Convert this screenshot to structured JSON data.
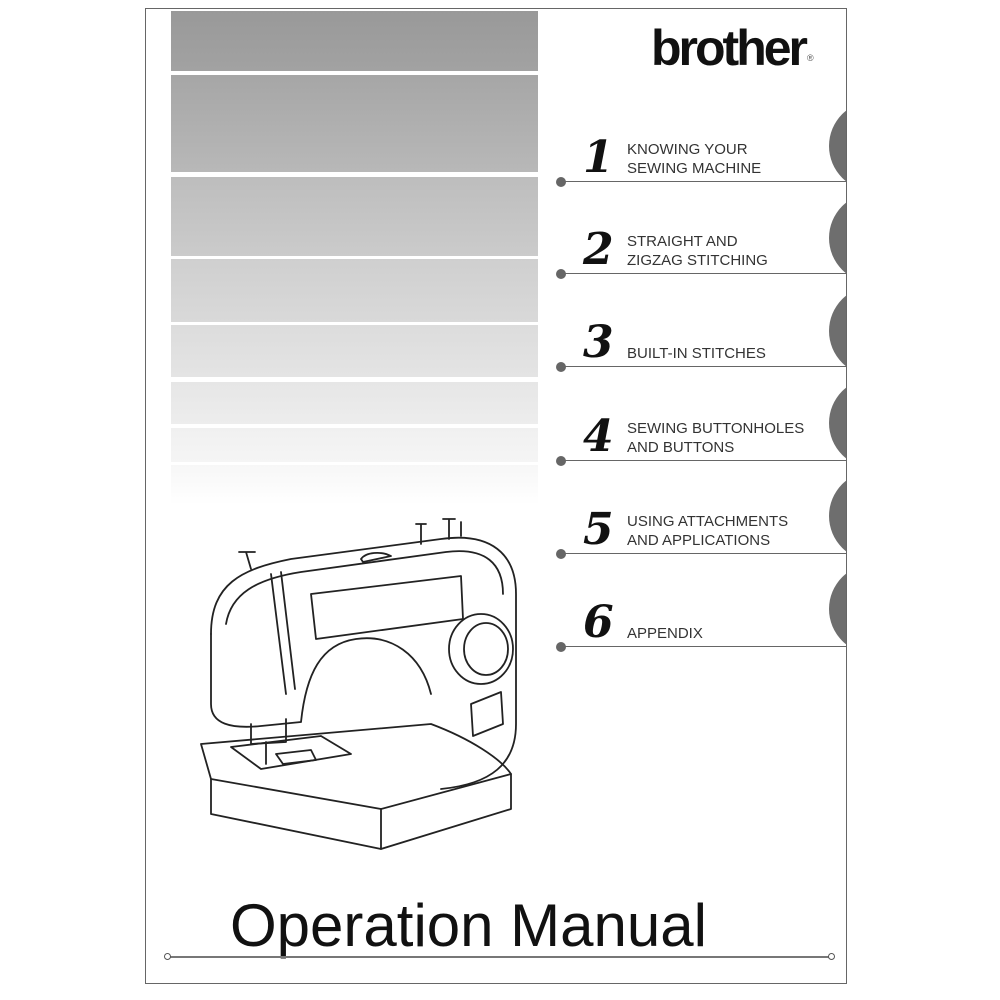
{
  "brand": {
    "name": "brother",
    "registered_mark": "®"
  },
  "chapters": [
    {
      "number": "1",
      "title_lines": [
        "KNOWING YOUR",
        "SEWING MACHINE"
      ]
    },
    {
      "number": "2",
      "title_lines": [
        "STRAIGHT AND",
        "ZIGZAG STITCHING"
      ]
    },
    {
      "number": "3",
      "title_lines": [
        "BUILT-IN STITCHES"
      ]
    },
    {
      "number": "4",
      "title_lines": [
        "SEWING BUTTONHOLES",
        "AND BUTTONS"
      ]
    },
    {
      "number": "5",
      "title_lines": [
        "USING ATTACHMENTS",
        "AND APPLICATIONS"
      ]
    },
    {
      "number": "6",
      "title_lines": [
        "APPENDIX"
      ]
    }
  ],
  "document_title": "Operation Manual",
  "colors": {
    "tab": "#6e6e6e",
    "rule": "#666666"
  }
}
